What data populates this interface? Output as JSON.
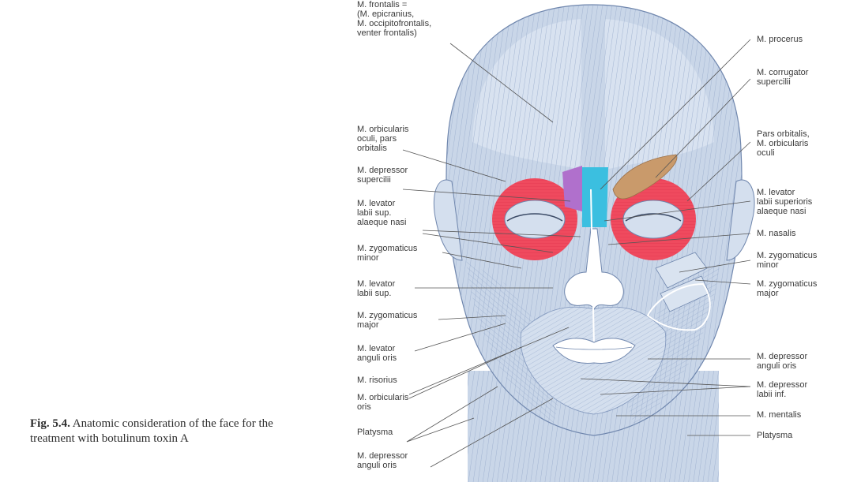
{
  "caption": {
    "figure_number": "Fig. 5.4.",
    "text": "Anatomic consideration of the face for the treatment with botulinum toxin A"
  },
  "colors": {
    "muscle_base": "#c9d6e8",
    "fiber": "#8da3c6",
    "orbicularis_oculi": "#ef4a5e",
    "depressor_supercilii": "#b070cc",
    "procerus": "#3bbfe0",
    "corrugator": "#c99a6b",
    "leader_line": "#555555",
    "label_text": "#3a3a3a"
  },
  "labels": {
    "frontalis": [
      "M. frontalis =",
      "(M. epicranius,",
      "M. occipitofrontalis,",
      "venter frontalis)"
    ],
    "procerus": [
      "M. procerus"
    ],
    "corrugator": [
      "M. corrugator",
      "supercilii"
    ],
    "orbicularis_orbitalis": [
      "M. orbicularis",
      "oculi, pars",
      "orbitalis"
    ],
    "pars_orbitalis_right": [
      "Pars orbitalis,",
      "M. orbicularis",
      "oculi"
    ],
    "depressor_supercilii": [
      "M. depressor",
      "supercilii"
    ],
    "levator_alaeque_left": [
      "M. levator",
      "labii sup.",
      "alaeque nasi"
    ],
    "levator_alaeque_right": [
      "M. levator",
      "labii superioris",
      "alaeque nasi"
    ],
    "nasalis": [
      "M. nasalis"
    ],
    "zyg_minor_left": [
      "M. zygomaticus",
      "minor"
    ],
    "zyg_minor_right": [
      "M. zygomaticus",
      "minor"
    ],
    "zyg_major_right": [
      "M. zygomaticus",
      "major"
    ],
    "levator_labii_sup": [
      "M. levator",
      "labii sup."
    ],
    "zyg_major_left": [
      "M. zygomaticus",
      "major"
    ],
    "levator_anguli": [
      "M. levator",
      "anguli oris"
    ],
    "risorius": [
      "M. risorius"
    ],
    "orbicularis_oris": [
      "M. orbicularis",
      "oris"
    ],
    "platysma_left": [
      "Platysma"
    ],
    "depressor_anguli_left": [
      "M. depressor",
      "anguli oris"
    ],
    "depressor_anguli_right": [
      "M. depressor",
      "anguli oris"
    ],
    "depressor_labii": [
      "M. depressor",
      "labii inf."
    ],
    "mentalis": [
      "M. mentalis"
    ],
    "platysma_right": [
      "Platysma"
    ]
  }
}
